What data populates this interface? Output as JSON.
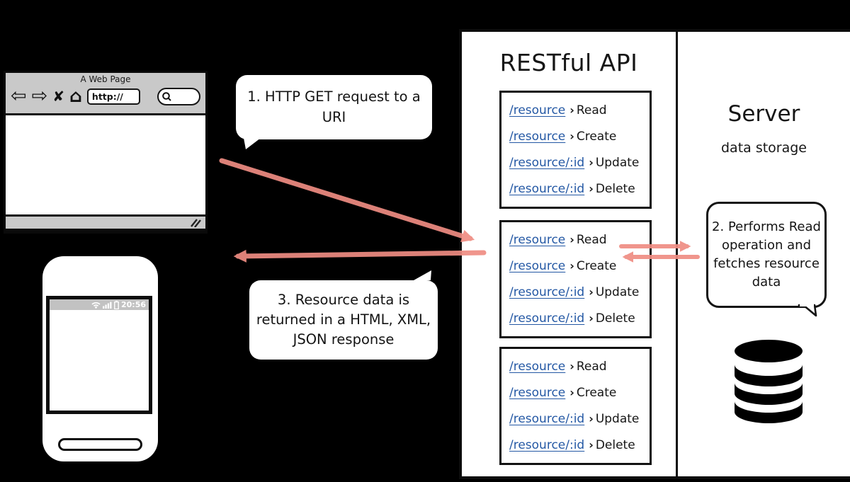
{
  "colors": {
    "background": "#000000",
    "arrow": "#ef8d83",
    "link_blue": "#2458a4",
    "toolbar_gray": "#c9c9c9",
    "status_gray": "#c2c2c2"
  },
  "browser": {
    "title": "A Web Page",
    "url_value": "http://"
  },
  "phone": {
    "status_time": "20:56"
  },
  "bubbles": {
    "step1": "1. HTTP GET request to a URI",
    "step2": "2. Performs Read operation and fetches resource data",
    "step3": "3. Resource data is returned in a HTML, XML, JSON response"
  },
  "api": {
    "title": "RESTful API",
    "chevron": "›",
    "rows": [
      {
        "path": "/resource",
        "op": "Read"
      },
      {
        "path": "/resource",
        "op": "Create"
      },
      {
        "path": "/resource/:id",
        "op": "Update"
      },
      {
        "path": "/resource/:id",
        "op": "Delete"
      }
    ]
  },
  "server": {
    "title": "Server",
    "subtitle": "data storage"
  },
  "toolbar_icons": {
    "back": "⇦",
    "forward": "⇨",
    "close": "✘",
    "home": "⌂"
  }
}
